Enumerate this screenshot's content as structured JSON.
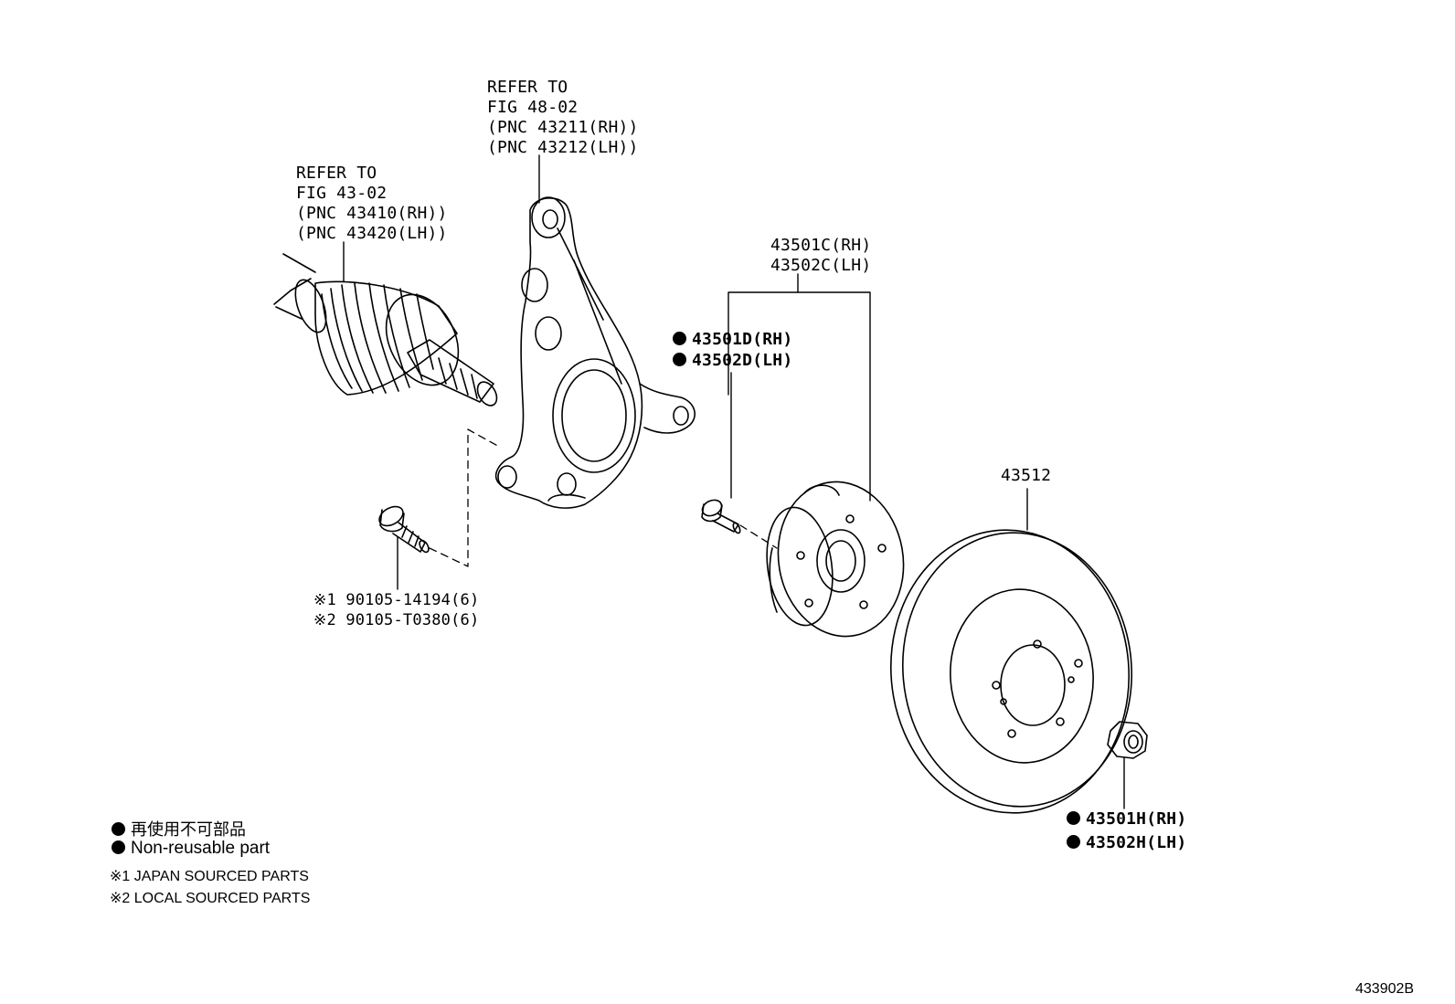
{
  "callouts": {
    "driveshaft_ref": [
      "REFER TO",
      "FIG 43-02",
      "(PNC 43410(RH))",
      "(PNC 43420(LH))"
    ],
    "knuckle_ref": [
      "REFER TO",
      "FIG 48-02",
      "(PNC 43211(RH))",
      "(PNC 43212(LH))"
    ],
    "hub_assembly": [
      "43501C(RH)",
      "43502C(LH)"
    ],
    "hub_bolt": [
      "43501D(RH)",
      "43502D(LH)"
    ],
    "disc": "43512",
    "knuckle_bolt": [
      "※1 90105-14194(6)",
      "※2 90105-T0380(6)"
    ],
    "hub_nut": [
      "43501H(RH)",
      "43502H(LH)"
    ]
  },
  "legend": {
    "non_reusable_jp": "再使用不可部品",
    "non_reusable_en": "Non-reusable part",
    "japan_sourced": "※1 JAPAN SOURCED PARTS",
    "local_sourced": "※2 LOCAL SOURCED PARTS"
  },
  "figure_code": "433902B"
}
